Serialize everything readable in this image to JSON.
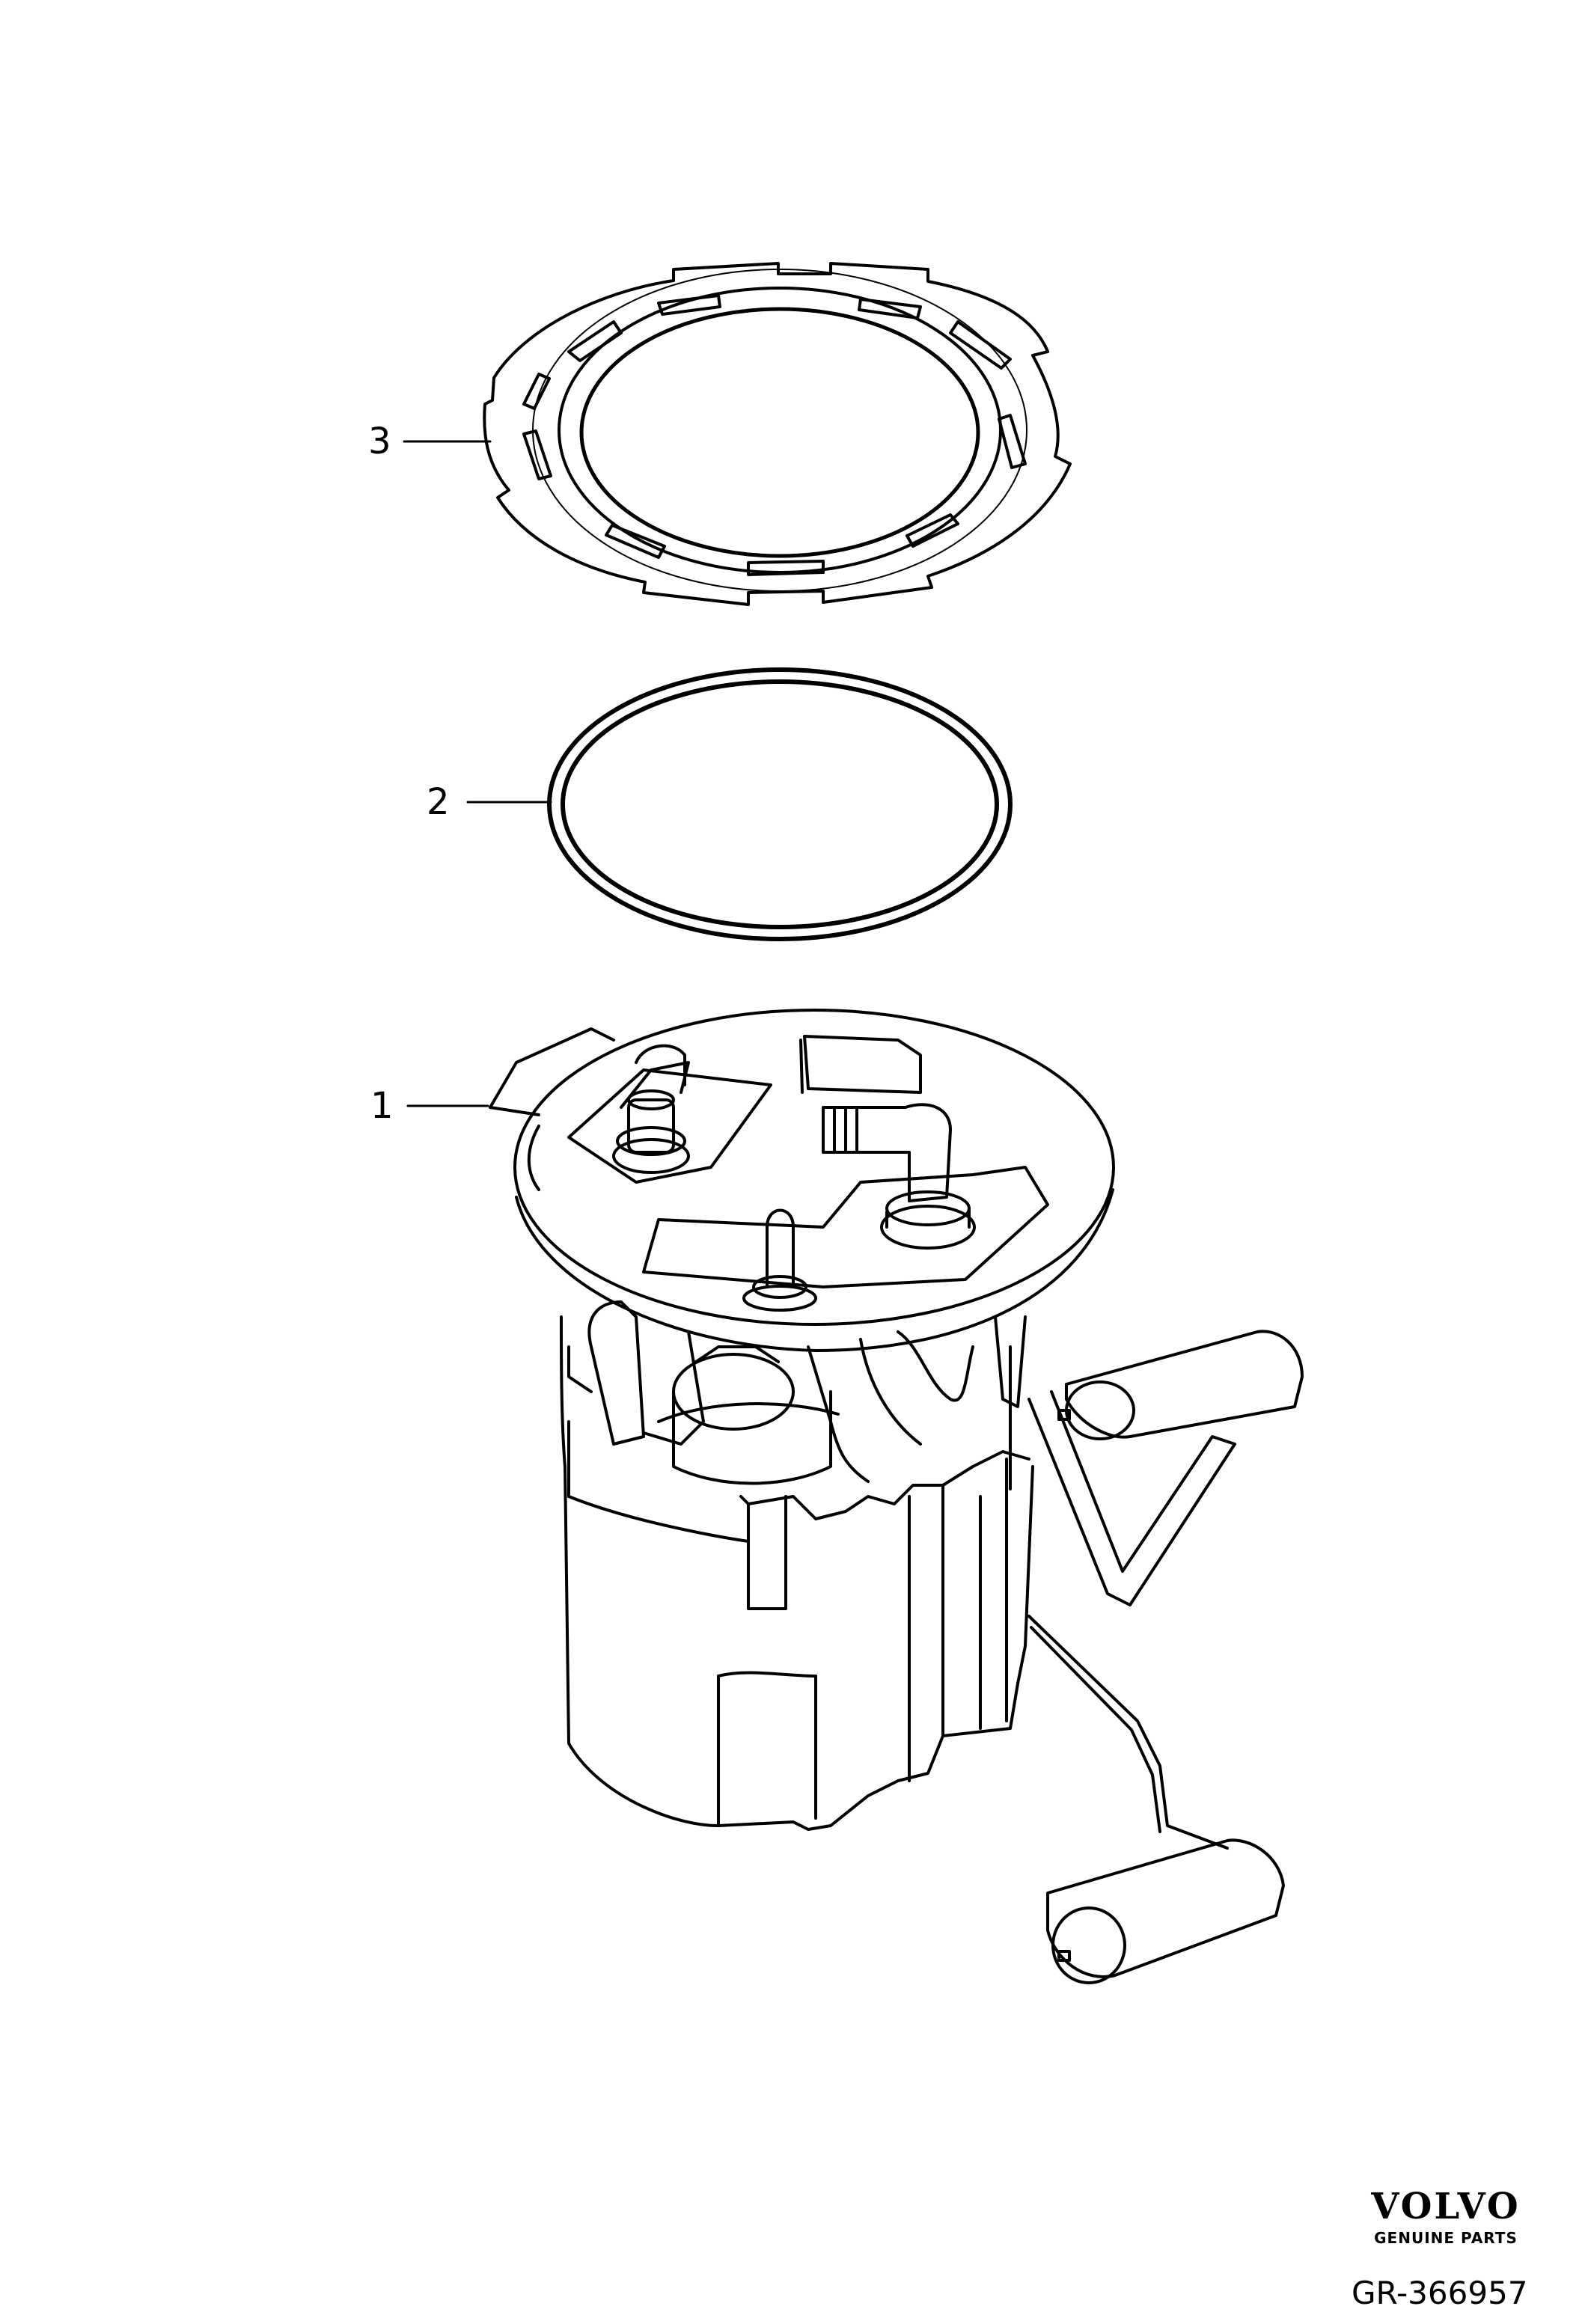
{
  "callouts": [
    {
      "number": "1",
      "part": "fuel-pump-assembly"
    },
    {
      "number": "2",
      "part": "o-ring-seal"
    },
    {
      "number": "3",
      "part": "locking-ring"
    }
  ],
  "brand": {
    "name": "VOLVO",
    "tagline": "GENUINE PARTS"
  },
  "reference_code": "GR-366957",
  "colors": {
    "line": "#000000",
    "background": "#ffffff"
  }
}
